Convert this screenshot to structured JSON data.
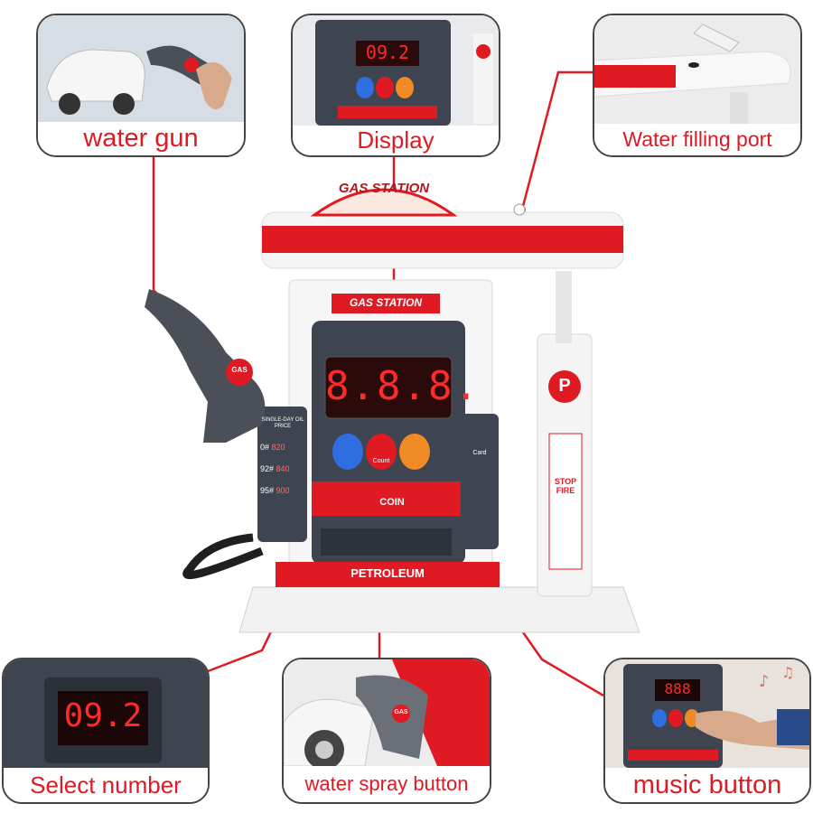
{
  "colors": {
    "accent": "#e01a22",
    "frame": "#444444",
    "device": "#3f4550",
    "led": "#ff2a2a"
  },
  "callouts": {
    "water_gun": "water gun",
    "display": "Display",
    "water_filling_port": "Water filling port",
    "select_number": "Select number",
    "water_spray_button": "water spray button",
    "music_button": "music button"
  },
  "toy": {
    "roof_sign": "GAS STATION",
    "panel_sign": "GAS STATION",
    "display_reading": "8.8.8.",
    "small_display_reading": "09.2",
    "zoom_display_reading": "09.2",
    "music_display_reading": "888",
    "base_label": "PETROLEUM",
    "coin_label": "COIN",
    "price_title": "SINGLE-DAY OIL PRICE",
    "price_rows": [
      {
        "grade": "0#",
        "value": "820"
      },
      {
        "grade": "92#",
        "value": "840"
      },
      {
        "grade": "95#",
        "value": "900"
      }
    ],
    "card_label": "Card",
    "count_label": "Count",
    "parking_sign": "P",
    "stop_fire_line1": "STOP",
    "stop_fire_line2": "FIRE",
    "nozzle_badge": "GAS",
    "spray_badge": "GAS"
  }
}
